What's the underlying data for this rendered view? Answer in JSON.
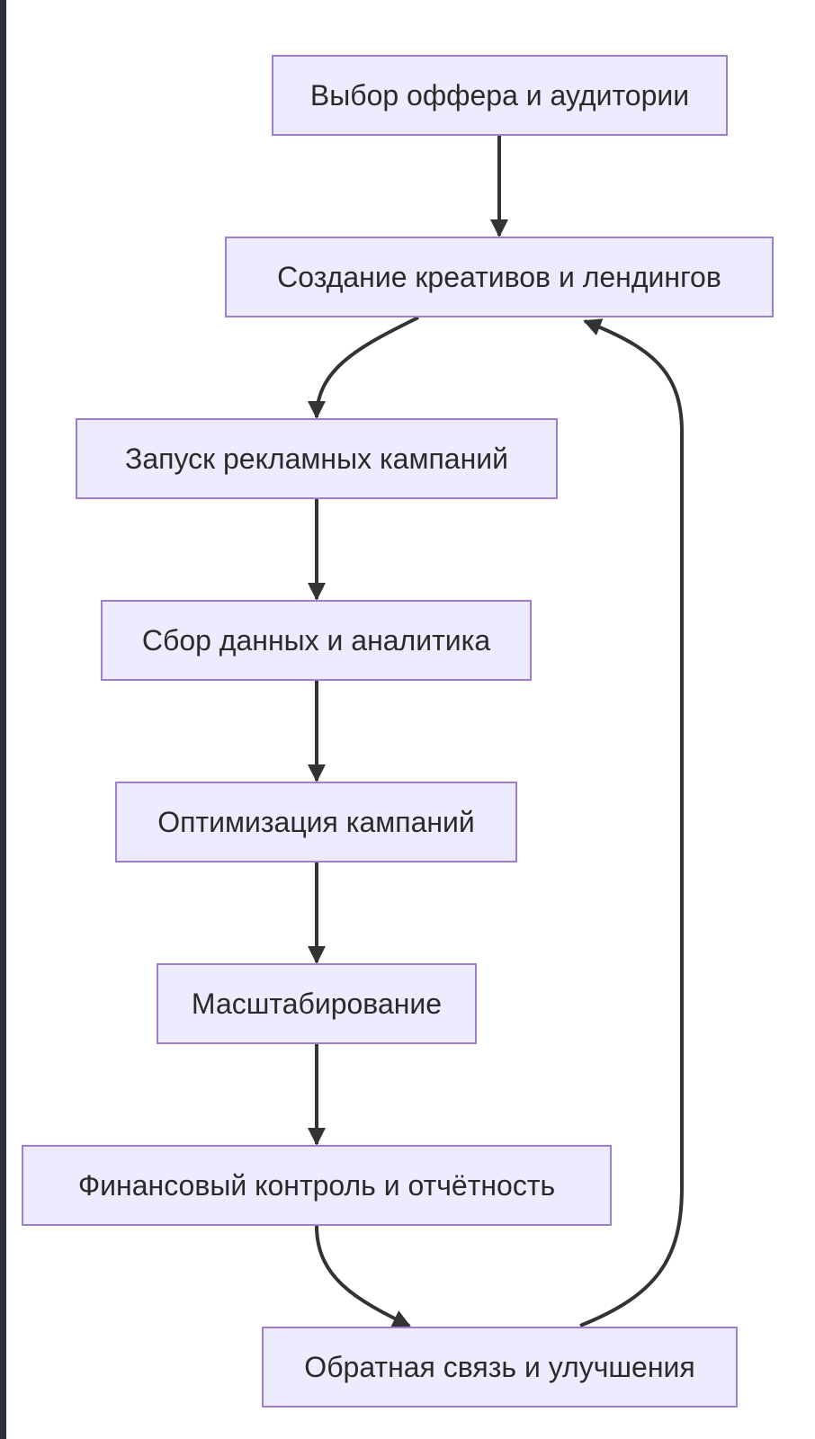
{
  "diagram": {
    "nodes": [
      {
        "id": "n1",
        "label": "Выбор оффера и аудитории"
      },
      {
        "id": "n2",
        "label": "Создание креативов и лендингов"
      },
      {
        "id": "n3",
        "label": "Запуск рекламных кампаний"
      },
      {
        "id": "n4",
        "label": "Сбор данных и аналитика"
      },
      {
        "id": "n5",
        "label": "Оптимизация кампаний"
      },
      {
        "id": "n6",
        "label": "Масштабирование"
      },
      {
        "id": "n7",
        "label": "Финансовый контроль и отчётность"
      },
      {
        "id": "n8",
        "label": "Обратная связь и улучшения"
      }
    ],
    "edges": [
      {
        "from": "n1",
        "to": "n2"
      },
      {
        "from": "n2",
        "to": "n3"
      },
      {
        "from": "n3",
        "to": "n4"
      },
      {
        "from": "n4",
        "to": "n5"
      },
      {
        "from": "n5",
        "to": "n6"
      },
      {
        "from": "n6",
        "to": "n7"
      },
      {
        "from": "n7",
        "to": "n8"
      },
      {
        "from": "n8",
        "to": "n2"
      }
    ],
    "colors": {
      "node_fill": "#ececfe",
      "node_border": "#9d7fd1",
      "edge": "#333333",
      "text": "#2a2a2a",
      "left_strip": "#2b2f38"
    }
  }
}
